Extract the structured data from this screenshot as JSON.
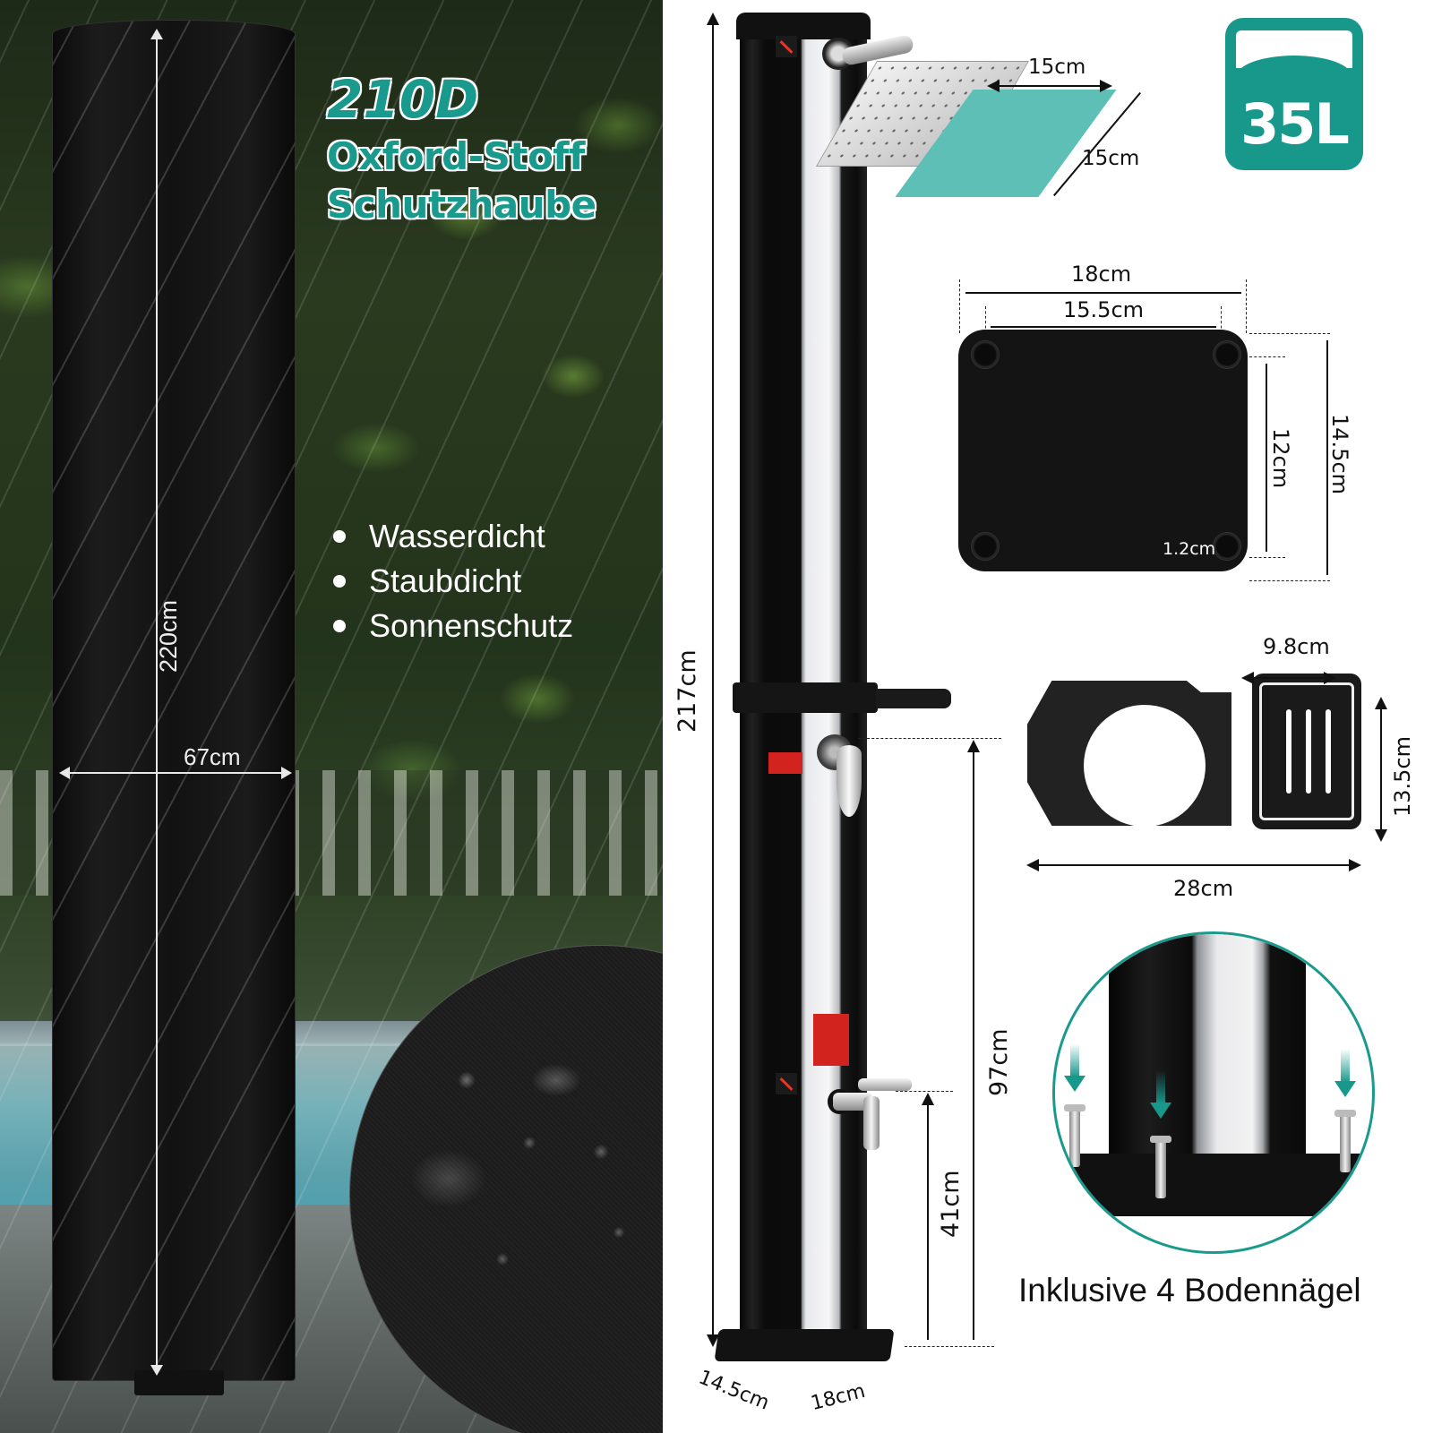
{
  "cover_panel": {
    "title": {
      "line1": "210D",
      "line2": "Oxford-Stoff",
      "line3": "Schutzhaube"
    },
    "features": [
      "Wasserdicht",
      "Staubdicht",
      "Sonnenschutz"
    ],
    "dimensions": {
      "height": "220cm",
      "width": "67cm"
    }
  },
  "shower": {
    "total_height": "217cm",
    "mixer_height": "97cm",
    "tap_height": "41cm",
    "base_depth": "14.5cm",
    "base_width": "18cm"
  },
  "shower_head": {
    "width": "15cm",
    "depth": "15cm"
  },
  "capacity_badge": {
    "value": "35L",
    "color": "#17988b"
  },
  "base_plate": {
    "outer_width": "18cm",
    "hole_spacing_width": "15.5cm",
    "hole_spacing_height": "12cm",
    "outer_height": "14.5cm",
    "hole_diameter": "1.2cm"
  },
  "soap_tray": {
    "tray_width": "9.8cm",
    "tray_height": "13.5cm",
    "total_length": "28cm"
  },
  "ground_nails": {
    "caption": "Inklusive 4 Bodennägel"
  },
  "colors": {
    "accent_teal": "#1a9a8c",
    "shower_head_highlight": "#5dbfb6",
    "warning_red": "#d3231e"
  }
}
